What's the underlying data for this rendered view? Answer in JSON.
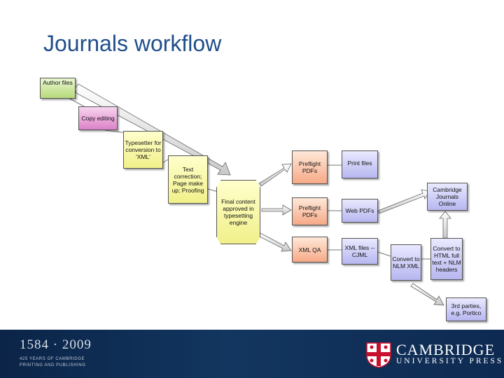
{
  "title": "Journals workflow",
  "nodes": {
    "author_files": "Author files",
    "copy_editing": "Copy editing",
    "typesetter": "Typesetter for conversion to 'XML'",
    "text_correction": "Text correction; Page make up; Proofing",
    "final_content": "Final content approved in typesetting engine",
    "preflight_pdfs_1": "Preflight PDFs",
    "preflight_pdfs_2": "Preflight PDFs",
    "xml_qa": "XML QA",
    "print_files": "Print files",
    "web_pdfs": "Web PDFs",
    "xml_files": "XML files -- CJML",
    "convert_nlm": "Convert to NLM XML",
    "convert_html": "Convert to HTML full text + NLM headers",
    "cambridge_journals_online": "Cambridge Journals Online",
    "third_parties": "3rd parties, e.g. Portico"
  },
  "footer": {
    "years": "1584 · 2009",
    "sub_line1": "425 YEARS OF CAMBRIDGE",
    "sub_line2": "PRINTING AND PUBLISHING",
    "publisher_line1": "CAMBRIDGE",
    "publisher_line2": "UNIVERSITY PRESS"
  },
  "colors": {
    "title": "#1f4e8a",
    "green": "#b6d979",
    "pink": "#dc82c8",
    "yellow": "#f1f08a",
    "peach": "#f6a987",
    "blue": "#b7b7f0",
    "footer_bg": "#12365f"
  }
}
